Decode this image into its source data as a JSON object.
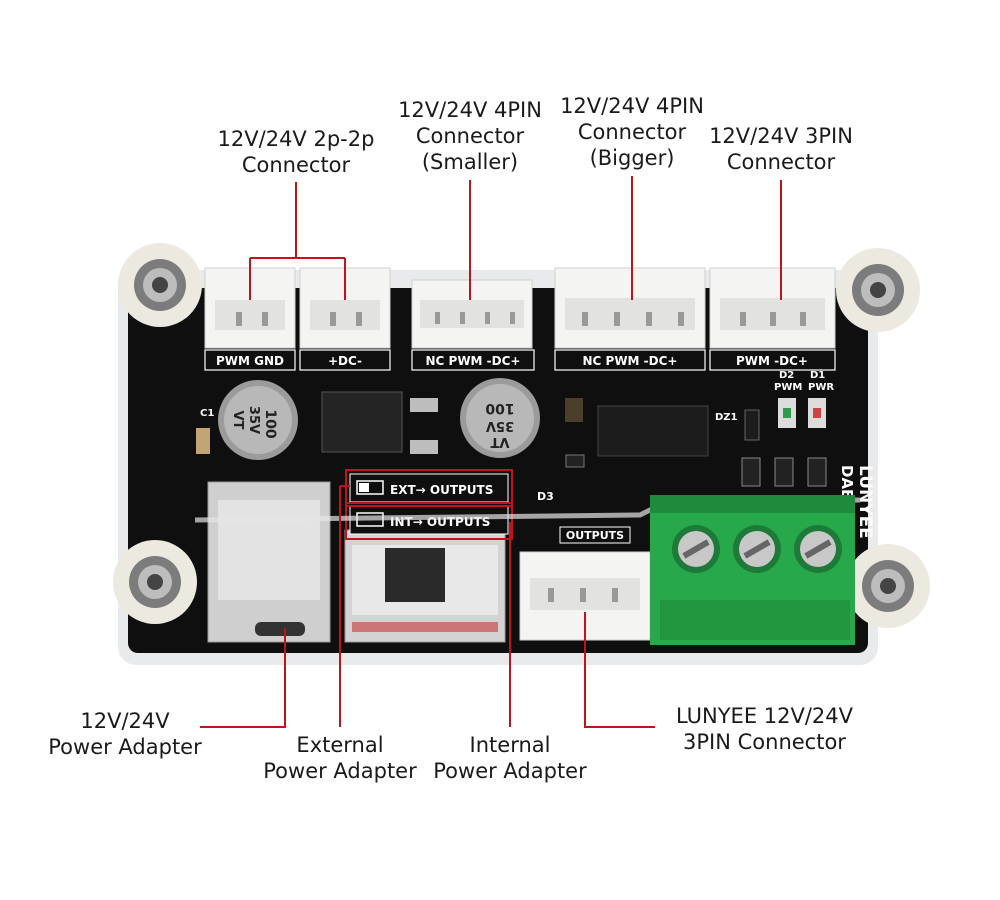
{
  "colors": {
    "leader": "#c0141c",
    "pcb": "#0f0f10",
    "terminal": "#27a84a",
    "connector": "#f4f4f2",
    "standoff": "#ece9e0"
  },
  "callouts": {
    "c2p2p": [
      "12V/24V 2p-2p",
      "Connector"
    ],
    "c4pin_small": [
      "12V/24V 4PIN",
      "Connector",
      "(Smaller)"
    ],
    "c4pin_big": [
      "12V/24V 4PIN",
      "Connector",
      "(Bigger)"
    ],
    "c3pin": [
      "12V/24V 3PIN",
      "Connector"
    ],
    "power_adapter": [
      "12V/24V",
      "Power Adapter"
    ],
    "external": [
      "External",
      "Power Adapter"
    ],
    "internal": [
      "Internal",
      "Power Adapter"
    ],
    "lunyee3pin": [
      "LUNYEE 12V/24V",
      "3PIN Connector"
    ]
  },
  "board": {
    "pin_labels": {
      "p1": "PWM GND",
      "p2": "+DC-",
      "p3": "NC PWM -DC+",
      "p4": "NC PWM -DC+",
      "p5": "PWM -DC+"
    },
    "brand": "LUNYEE",
    "model": "DAB V2.0",
    "ext_outputs": "EXT→ OUTPUTS",
    "int_outputs": "INT→ OUTPUTS",
    "outputs": "OUTPUTS",
    "cap_left": [
      "100",
      "35V",
      "VT"
    ],
    "cap_right": [
      "100",
      "35V",
      "VT"
    ],
    "d2": "D2",
    "d1": "D1",
    "pwm_led": "PWM",
    "pwr_led": "PWR",
    "d3": "D3",
    "c1": "C1",
    "dz1": "DZ1"
  }
}
